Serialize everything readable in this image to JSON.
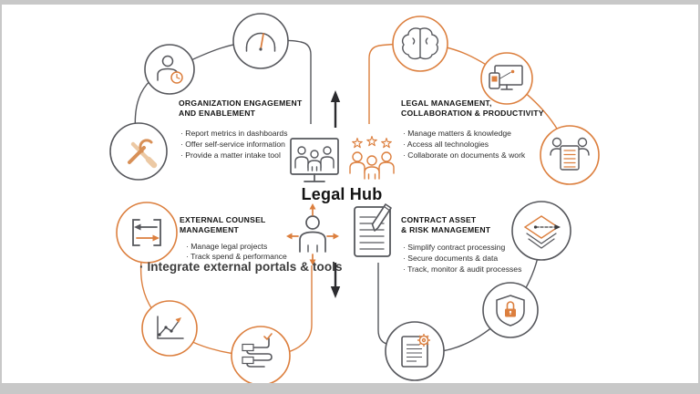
{
  "title": "Legal Hub",
  "quadrants": {
    "org_engagement": {
      "heading": "ORGANIZATION ENGAGEMENT\nAND ENABLEMENT",
      "bullets": [
        "· Report metrics in dashboards",
        "· Offer self-service information",
        "· Provide a matter intake tool"
      ]
    },
    "legal_management": {
      "heading": "LEGAL MANAGEMENT,\nCOLLABORATION & PRODUCTIVITY",
      "bullets": [
        "· Manage matters & knowledge",
        "· Access all technologies",
        "· Collaborate on documents & work"
      ]
    },
    "external_counsel": {
      "heading": "EXTERNAL COUNSEL\nMANAGEMENT",
      "bullets": [
        "· Manage legal projects",
        "· Track spend & performance"
      ],
      "overlay_bullet": "· Integrate external portals & tools"
    },
    "contract_asset": {
      "heading": "CONTRACT ASSET\n& RISK MANAGEMENT",
      "bullets": [
        "· Simplify contract processing",
        "· Secure documents & data",
        "· Track, monitor & audit processes"
      ]
    }
  },
  "colors": {
    "accent_orange": "#DC7F3E",
    "line_gray": "#56575C",
    "arrow_black": "#2B2B2E",
    "letterbox_gray": "#C8C8C8",
    "tool_tan": "#ECC9A4",
    "tool_orange": "#D89057"
  },
  "icons": {
    "top_left_ring": [
      "gauge-icon",
      "person-clock-icon",
      "tools-icon"
    ],
    "top_right_ring": [
      "brain-icon",
      "devices-icon",
      "people-document-icon"
    ],
    "bottom_left_ring": [
      "exchange-icon",
      "chart-icon",
      "workflow-icon"
    ],
    "bottom_right_ring": [
      "layers-icon",
      "shield-lock-icon",
      "document-gear-icon"
    ],
    "center": [
      "monitor-people-icon",
      "people-stars-icon",
      "person-arrows-icon",
      "document-pencil-icon",
      "up-arrow-icon",
      "down-arrow-icon"
    ]
  }
}
